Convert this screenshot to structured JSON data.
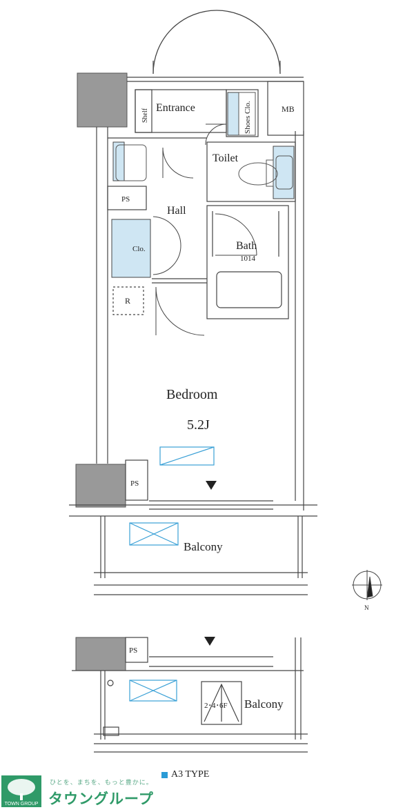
{
  "rooms": {
    "entrance": "Entrance",
    "shelf": "Shelf",
    "shoes_clo": "Shoes Clo.",
    "mb": "MB",
    "toilet": "Toilet",
    "ps_top": "PS",
    "hall": "Hall",
    "clo": "Clo.",
    "bath": "Bath",
    "bath_size": "1014",
    "r": "R",
    "bedroom": "Bedroom",
    "bedroom_size": "5.2J",
    "ps_mid": "PS",
    "balcony": "Balcony",
    "ps_alt": "PS",
    "floors": "2･4･6F",
    "balcony_alt": "Balcony"
  },
  "compass": {
    "north": "N"
  },
  "footer": {
    "type_label": "A3 TYPE",
    "tagline": "ひとを、まちを、もっと豊かに。",
    "brand": "タウングループ",
    "logo_small": "TOWN GROUP"
  },
  "colors": {
    "storage_fill": "#cfe6f3",
    "accent_blue": "#2a9bd6",
    "brand_green": "#2f9a68"
  }
}
